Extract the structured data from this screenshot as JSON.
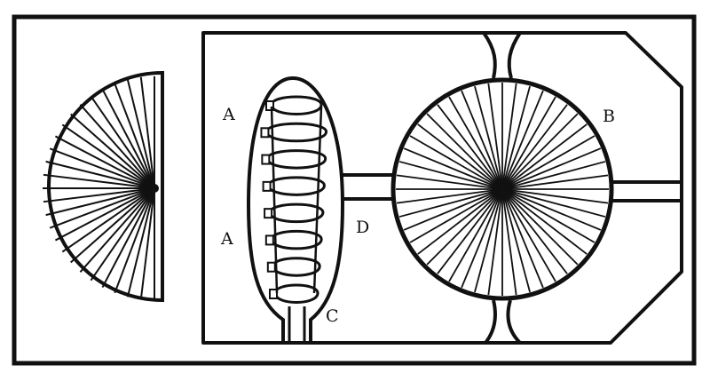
{
  "labels": {
    "a_upper": "A",
    "a_lower": "A",
    "b": "B",
    "c": "C",
    "d": "D"
  },
  "colors": {
    "ink": "#111111",
    "paper": "#ffffff"
  },
  "left_fan_spoke_count": 26,
  "wheel_spoke_count": 48,
  "coil_count": 8
}
